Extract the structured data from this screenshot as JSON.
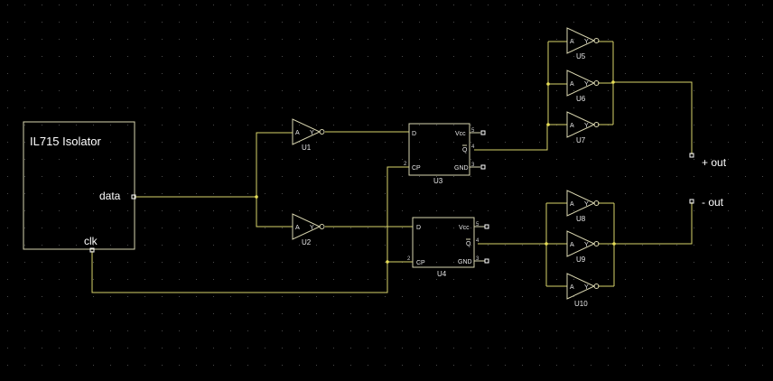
{
  "isolator": {
    "title": "IL715  Isolator",
    "pin_data": "data",
    "pin_clk": "clk"
  },
  "flipflops": [
    {
      "ref": "U3",
      "d": "D",
      "cp": "CP",
      "vcc": "Vcc",
      "qbar": "Q",
      "gnd": "GND",
      "pin_cp": "2",
      "pin_vcc": "5",
      "pin_q": "4",
      "pin_gnd": "3"
    },
    {
      "ref": "U4",
      "d": "D",
      "cp": "CP",
      "vcc": "Vcc",
      "qbar": "Q",
      "gnd": "GND",
      "pin_cp": "2",
      "pin_vcc": "5",
      "pin_q": "4",
      "pin_gnd": "3"
    }
  ],
  "inverters": [
    {
      "ref": "U1",
      "a": "A",
      "y": "Y"
    },
    {
      "ref": "U2",
      "a": "A",
      "y": "Y"
    },
    {
      "ref": "U5",
      "a": "A",
      "y": "Y"
    },
    {
      "ref": "U6",
      "a": "A",
      "y": "Y"
    },
    {
      "ref": "U7",
      "a": "A",
      "y": "Y"
    },
    {
      "ref": "U8",
      "a": "A",
      "y": "Y"
    },
    {
      "ref": "U9",
      "a": "A",
      "y": "Y"
    },
    {
      "ref": "U10",
      "a": "A",
      "y": "Y"
    }
  ],
  "outputs": {
    "plus": "+  out",
    "minus": "-  out"
  },
  "colors": {
    "background": "#000000",
    "wire": "#d9d36a",
    "body": "#d9d6b0",
    "node": "#e6dd55"
  }
}
